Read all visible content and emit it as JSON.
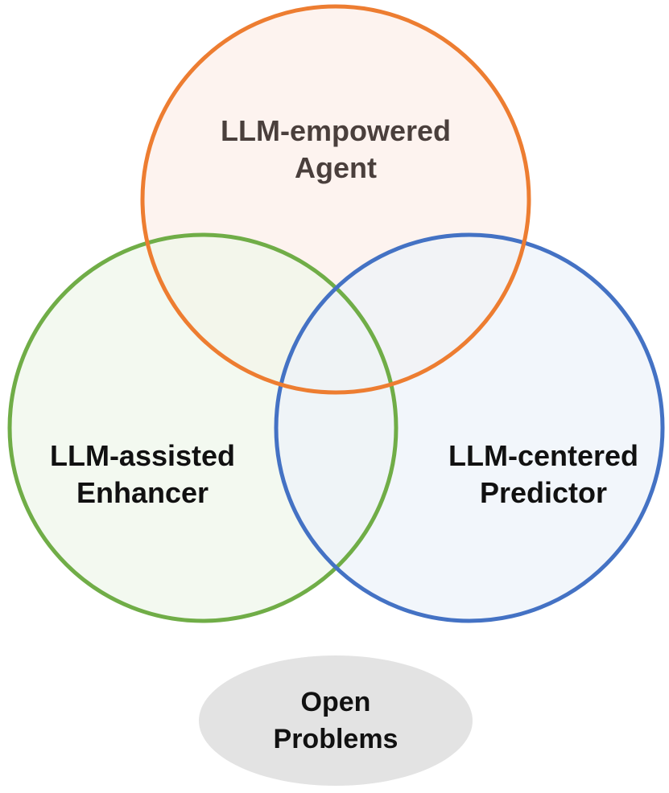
{
  "diagram": {
    "circles": [
      {
        "id": "agent",
        "lines": [
          "LLM-empowered",
          "Agent"
        ],
        "stroke": "#ed7d31",
        "fill": "#fdf1ec"
      },
      {
        "id": "enhancer",
        "lines": [
          "LLM-assisted",
          "Enhancer"
        ],
        "stroke": "#70ad47",
        "fill": "#eef6ea"
      },
      {
        "id": "predictor",
        "lines": [
          "LLM-centered",
          "Predictor"
        ],
        "stroke": "#4472c4",
        "fill": "#edf2fa"
      }
    ],
    "open_problems": {
      "lines": [
        "Open",
        "Problems"
      ],
      "fill": "#e3e3e3"
    }
  }
}
